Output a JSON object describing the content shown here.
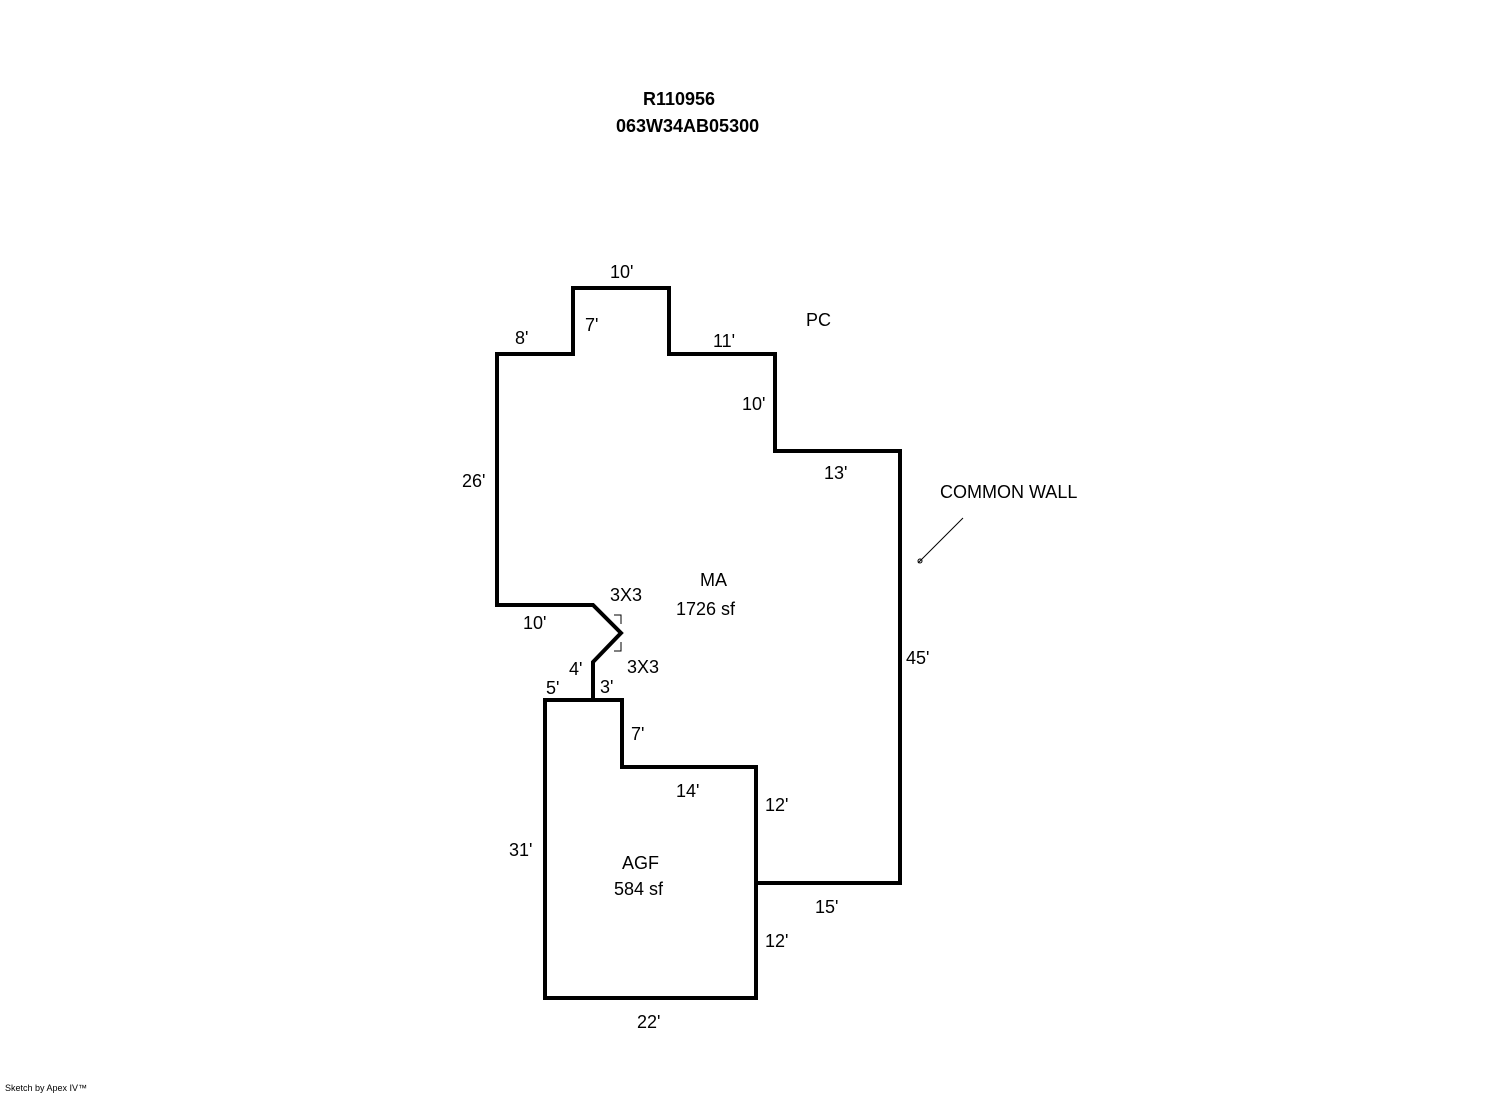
{
  "header": {
    "account_id": "R110956",
    "map_tax_lot": "063W34AB05300"
  },
  "areas": {
    "main": {
      "code": "MA",
      "area": "1726 sf"
    },
    "garage": {
      "code": "AGF",
      "area": "584 sf"
    }
  },
  "labels": {
    "pc": "PC",
    "common_wall": "COMMON WALL",
    "angle_top": "3X3",
    "angle_bottom": "3X3"
  },
  "dimensions": {
    "top_bump": "10'",
    "bump_left": "7'",
    "left_step": "8'",
    "right_step": "11'",
    "right_drop": "10'",
    "upper_right": "13'",
    "left_wall": "26'",
    "lower_left": "10'",
    "angle_seg": "4'",
    "small_left": "5'",
    "small_vert": "3'",
    "garage_notch_vert": "7'",
    "garage_notch_horiz": "14'",
    "garage_right_upper": "12'",
    "right_wall": "45'",
    "bottom_right": "15'",
    "garage_right_lower": "12'",
    "garage_left": "31'",
    "garage_bottom": "22'"
  },
  "footer": {
    "credit": "Sketch by Apex IV™"
  }
}
